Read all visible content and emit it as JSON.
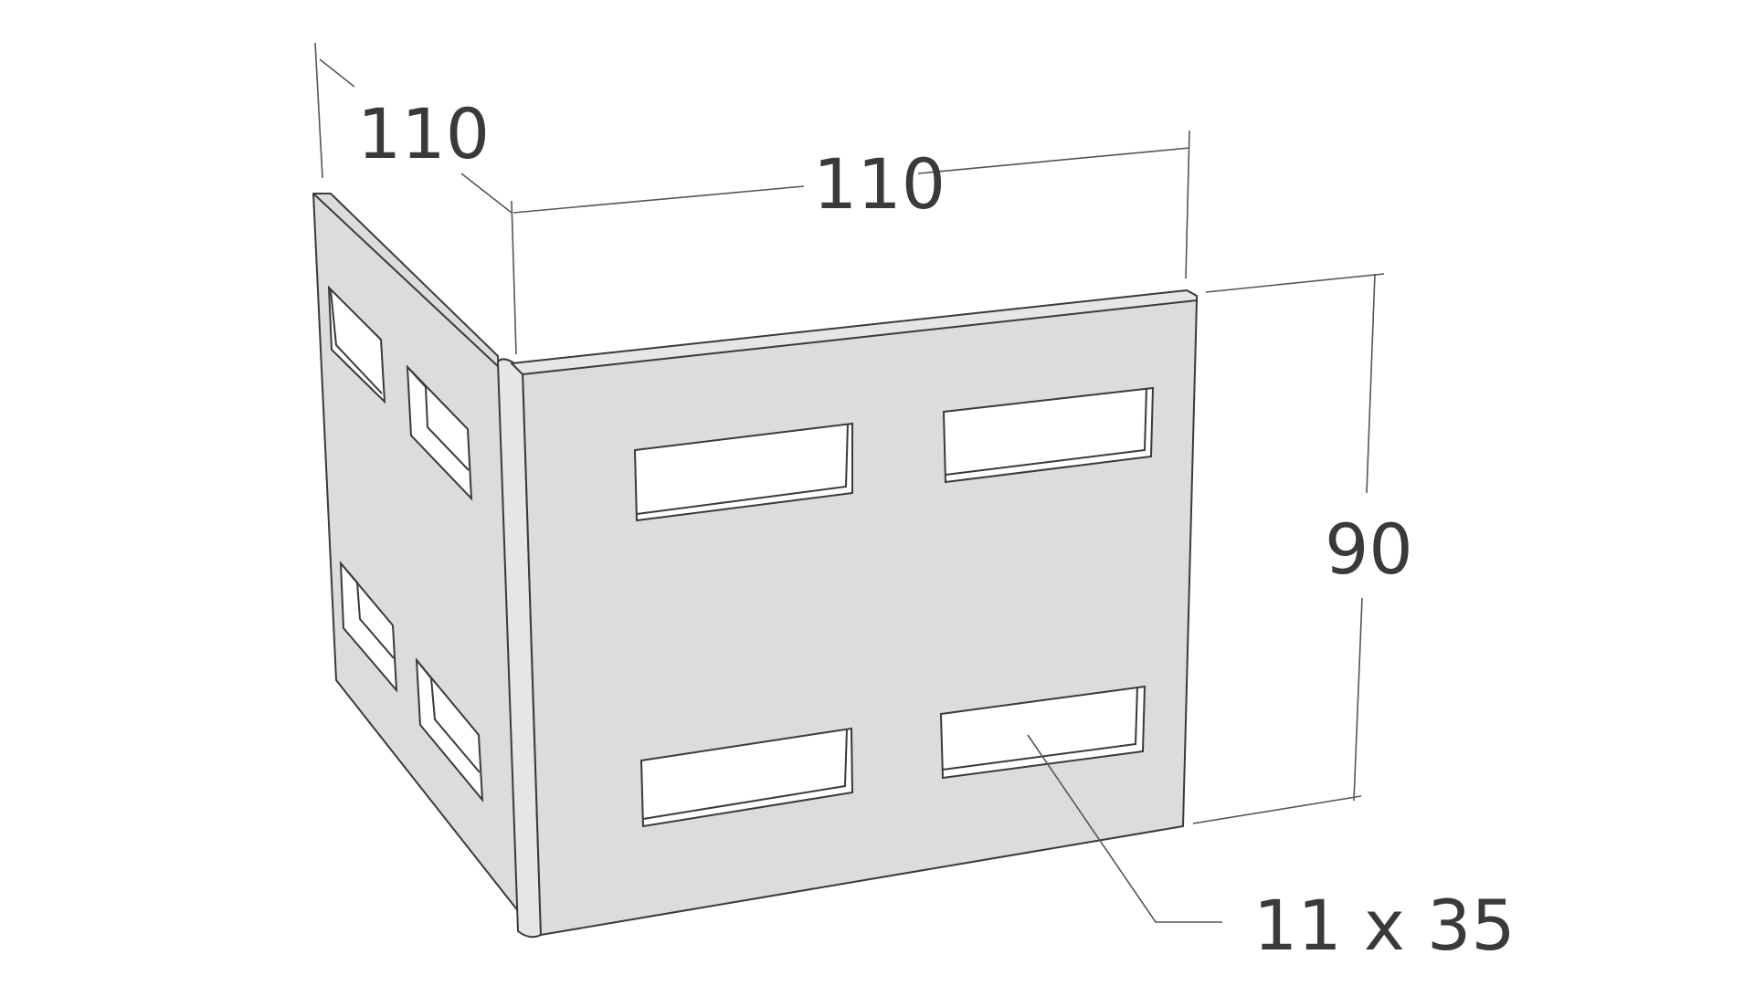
{
  "dimensions": {
    "side_depth": "110",
    "front_width": "110",
    "height": "90",
    "slot_size": "11 x 35"
  },
  "colors": {
    "plate_fill": "#dcdcdc",
    "edge_fill": "#e6e6e6",
    "outline": "#3a3a3a",
    "dimension_line": "#555555",
    "text": "#3a3a3a",
    "background": "#ffffff"
  }
}
